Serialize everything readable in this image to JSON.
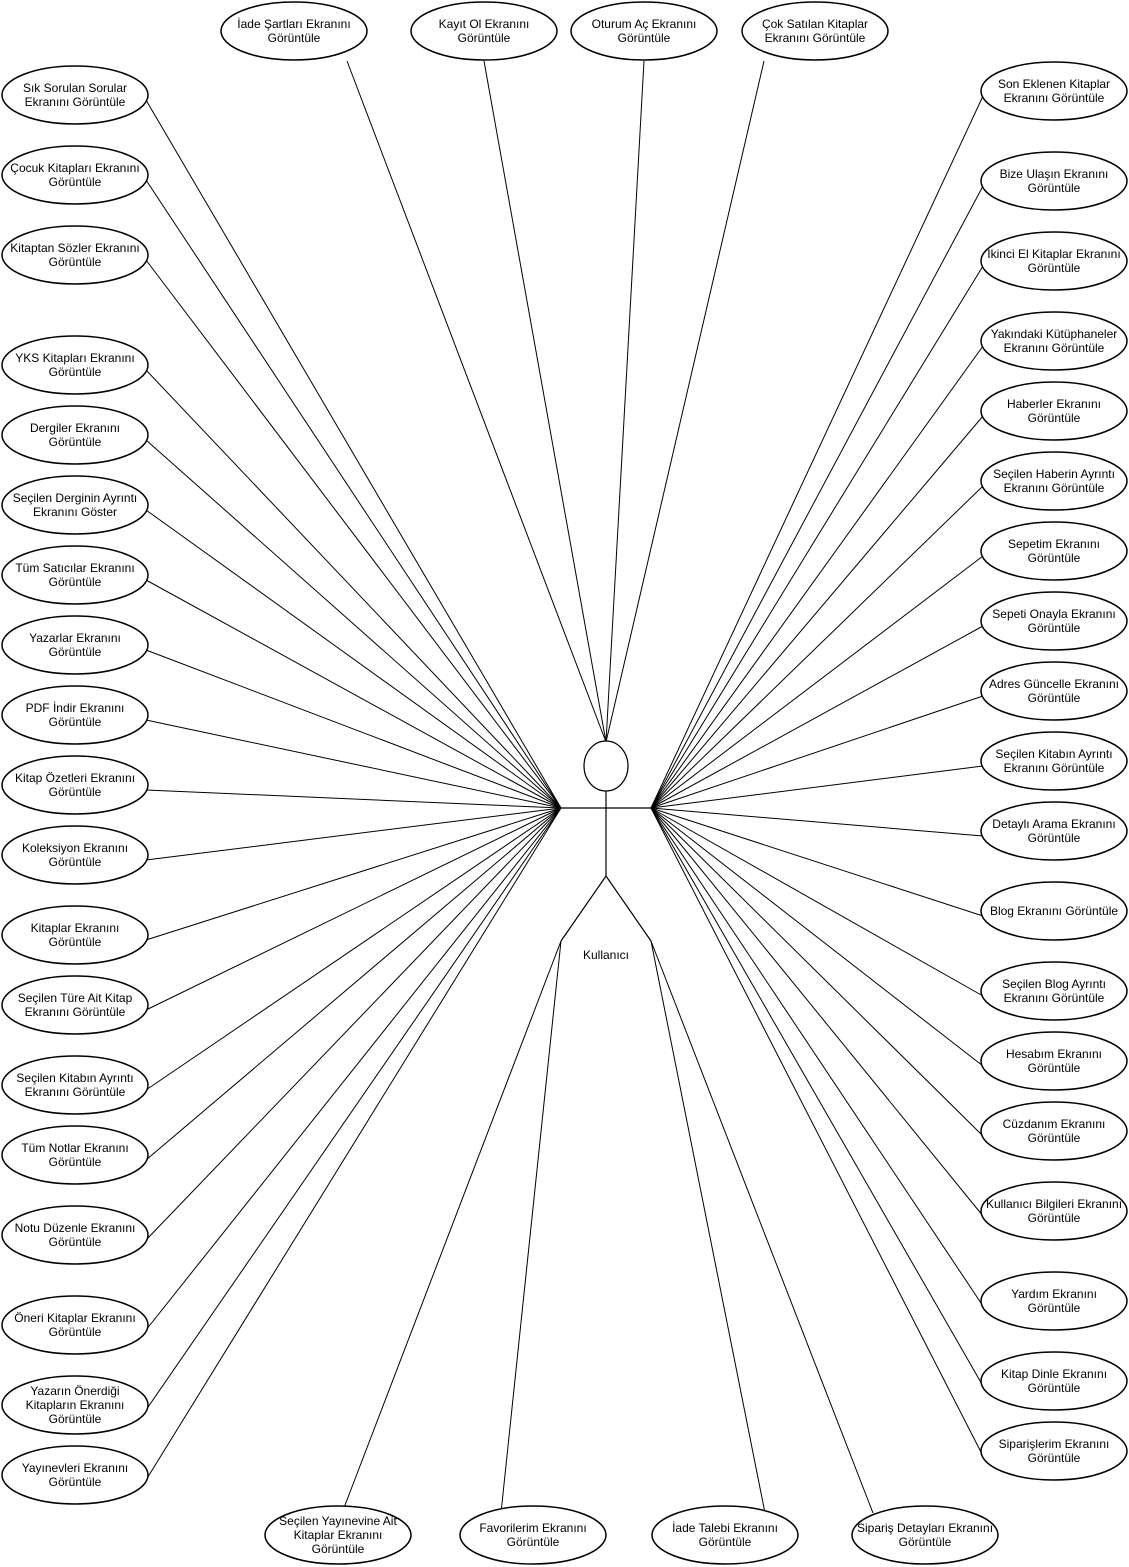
{
  "actor": {
    "label": "Kullanıcı"
  },
  "use_cases": {
    "top": [
      [
        "İade Şartları Ekranını",
        "Görüntüle"
      ],
      [
        "Kayıt Ol Ekranını",
        "Görüntüle"
      ],
      [
        "Oturum Aç Ekranını",
        "Görüntüle"
      ],
      [
        "Çok Satılan Kitaplar",
        "Ekranını Görüntüle"
      ]
    ],
    "left": [
      [
        "Sık Sorulan Sorular",
        "Ekranını Görüntüle"
      ],
      [
        "Çocuk Kitapları Ekranını",
        "Görüntüle"
      ],
      [
        "Kitaptan Sözler Ekranını",
        "Görüntüle"
      ],
      [
        "YKS Kitapları Ekranını",
        "Görüntüle"
      ],
      [
        "Dergiler Ekranını",
        "Görüntüle"
      ],
      [
        "Seçilen Derginin Ayrıntı",
        "Ekranını Göster"
      ],
      [
        "Tüm Satıcılar Ekranını",
        "Görüntüle"
      ],
      [
        "Yazarlar Ekranını",
        "Görüntüle"
      ],
      [
        "PDF İndir Ekranını",
        "Görüntüle"
      ],
      [
        "Kitap Özetleri Ekranını",
        "Görüntüle"
      ],
      [
        "Koleksiyon Ekranını",
        "Görüntüle"
      ],
      [
        "Kitaplar Ekranını",
        "Görüntüle"
      ],
      [
        "Seçilen Türe Ait Kitap",
        "Ekranını Görüntüle"
      ],
      [
        "Seçilen Kitabın Ayrıntı",
        "Ekranını Görüntüle"
      ],
      [
        "Tüm Notlar Ekranını",
        "Görüntüle"
      ],
      [
        "Notu Düzenle Ekranını",
        "Görüntüle"
      ],
      [
        "Öneri Kitaplar Ekranını",
        "Görüntüle"
      ],
      [
        "Yazarın Önerdiği",
        "Kitapların Ekranını",
        "Görüntüle"
      ],
      [
        "Yayınevleri Ekranını",
        "Görüntüle"
      ]
    ],
    "right": [
      [
        "Son Eklenen Kitaplar",
        "Ekranını Görüntüle"
      ],
      [
        "Bize Ulaşın Ekranını",
        "Görüntüle"
      ],
      [
        "İkinci El Kitaplar Ekranını",
        "Görüntüle"
      ],
      [
        "Yakındaki Kütüphaneler",
        "Ekranını Görüntüle"
      ],
      [
        "Haberler Ekranını",
        "Görüntüle"
      ],
      [
        "Seçilen Haberin Ayrıntı",
        "Ekranını Görüntüle"
      ],
      [
        "Sepetim Ekranını",
        "Görüntüle"
      ],
      [
        "Sepeti Onayla Ekranını",
        "Görüntüle"
      ],
      [
        "Adres Güncelle Ekranını",
        "Görüntüle"
      ],
      [
        "Seçilen Kitabın Ayrıntı",
        "Ekranını Görüntüle"
      ],
      [
        "Detaylı Arama Ekranını",
        "Görüntüle"
      ],
      [
        "Blog Ekranını Görüntüle"
      ],
      [
        "Seçilen Blog Ayrıntı",
        "Ekranını Görüntüle"
      ],
      [
        "Hesabım Ekranını",
        "Görüntüle"
      ],
      [
        "Cüzdanım Ekranını",
        "Görüntüle"
      ],
      [
        "Kullanıcı Bilgileri Ekranını",
        "Görüntüle"
      ],
      [
        "Yardım Ekranını",
        "Görüntüle"
      ],
      [
        "Kitap Dinle Ekranını",
        "Görüntüle"
      ],
      [
        "Siparişlerim Ekranını",
        "Görüntüle"
      ]
    ],
    "bottom": [
      [
        "Seçilen Yayınevine Ait",
        "Kitaplar Ekranını",
        "Görüntüle"
      ],
      [
        "Favorilerim Ekranını",
        "Görüntüle"
      ],
      [
        "İade Talebi Ekranını",
        "Görüntüle"
      ],
      [
        "Sipariş Detayları Ekranını",
        "Görüntüle"
      ]
    ]
  }
}
